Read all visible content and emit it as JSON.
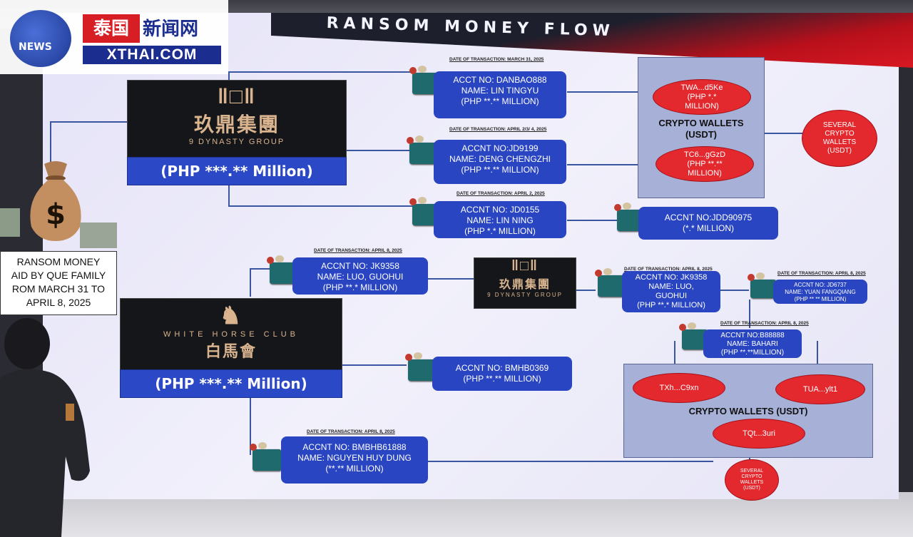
{
  "watermark": {
    "globe_text": "NEWS",
    "red_text": "泰国",
    "cn_text": "新闻网",
    "url": "XTHAI.COM"
  },
  "screen": {
    "title": "RANSOM MONEY FLOW",
    "ransom_box": [
      "RANSOM MONEY",
      "AID BY QUE FAMILY",
      "ROM MARCH 31 TO",
      "APRIL 8, 2025"
    ],
    "group_nine_dynasty": {
      "glyph": "玖鼎集團",
      "subtitle": "9 DYNASTY GROUP",
      "amount": "(PHP ***.** Million)"
    },
    "group_white_horse": {
      "subtitle": "WHITE HORSE CLUB",
      "glyph": "白馬會",
      "amount": "(PHP ***.** Million)"
    },
    "mini_logo": {
      "glyph": "玖鼎集團",
      "subtitle": "9 DYNASTY GROUP"
    },
    "accounts": {
      "danbao": {
        "date": "DATE OF TRANSACTION: MARCH 31, 2025",
        "lines": [
          "ACCT NO: DANBAO888",
          "NAME: LIN TINGYU",
          "(PHP **.** MILLION)"
        ]
      },
      "jd9199": {
        "date": "DATE OF TRANSACTION: APRIL 2/3/ 4, 2025",
        "lines": [
          "ACCNT NO:JD9199",
          "NAME: DENG CHENGZHI",
          "(PHP **.** MILLION)"
        ]
      },
      "jd0155": {
        "date": "DATE OF TRANSACTION: APRIL 2, 2025",
        "lines": [
          "ACCNT NO: JD0155",
          "NAME: LIN NING",
          "(PHP *.* MILLION)"
        ]
      },
      "jdd90975": {
        "lines": [
          "ACCNT NO:JDD90975",
          "(*.* MILLION)"
        ]
      },
      "jk9358_left": {
        "date": "DATE OF TRANSACTION: APRIL 8, 2025",
        "lines": [
          "ACCNT NO: JK9358",
          "NAME: LUO, GUOHUI",
          "(PHP **.* MILLION)"
        ]
      },
      "jk9358_right": {
        "date": "DATE OF TRANSACTION: APRIL 8, 2025",
        "lines": [
          "ACCNT NO: JK9358",
          "NAME: LUO,",
          "GUOHUI",
          "(PHP **.* MILLION)"
        ]
      },
      "jd6737": {
        "date": "DATE OF TRANSACTION: APRIL 8, 2025",
        "lines": [
          "ACCNT NO: JD6737",
          "NAME: YUAN FANGQIANG",
          "(PHP ** ** MILLION)"
        ]
      },
      "b88888": {
        "date": "DATE OF TRANSACTION: APRIL 8, 2025",
        "lines": [
          "ACCNT NO:B88888",
          "NAME: BAHARI",
          "(PHP **.**MILLION)"
        ]
      },
      "bmhb0369": {
        "lines": [
          "ACCNT NO: BMHB0369",
          "(PHP **.** MILLION)"
        ]
      },
      "bmhb61888": {
        "date": "DATE OF TRANSACTION: APRIL 8, 2025",
        "lines": [
          "ACCNT NO: BMBHB61888",
          "NAME: NGUYEN HUY DUNG",
          "(**.** MILLION)"
        ]
      }
    },
    "wallets_top": {
      "label": [
        "CRYPTO WALLETS",
        "(USDT)"
      ],
      "oval_1": [
        "TWA...d5Ke",
        "(PHP *.*",
        "MILLION)"
      ],
      "oval_2": [
        "TC6...gGzD",
        "(PHP **.**",
        "MILLION)"
      ]
    },
    "several_top": [
      "SEVERAL",
      "CRYPTO",
      "WALLETS",
      "(USDT)"
    ],
    "wallets_bottom": {
      "label": "CRYPTO WALLETS (USDT)",
      "oval_1": "TXh...C9xn",
      "oval_2": "TUA...ylt1",
      "oval_3": "TQt...3uri"
    },
    "several_bottom": [
      "SEVERAL",
      "CRYPTO",
      "WALLETS",
      "(USDT)"
    ]
  }
}
